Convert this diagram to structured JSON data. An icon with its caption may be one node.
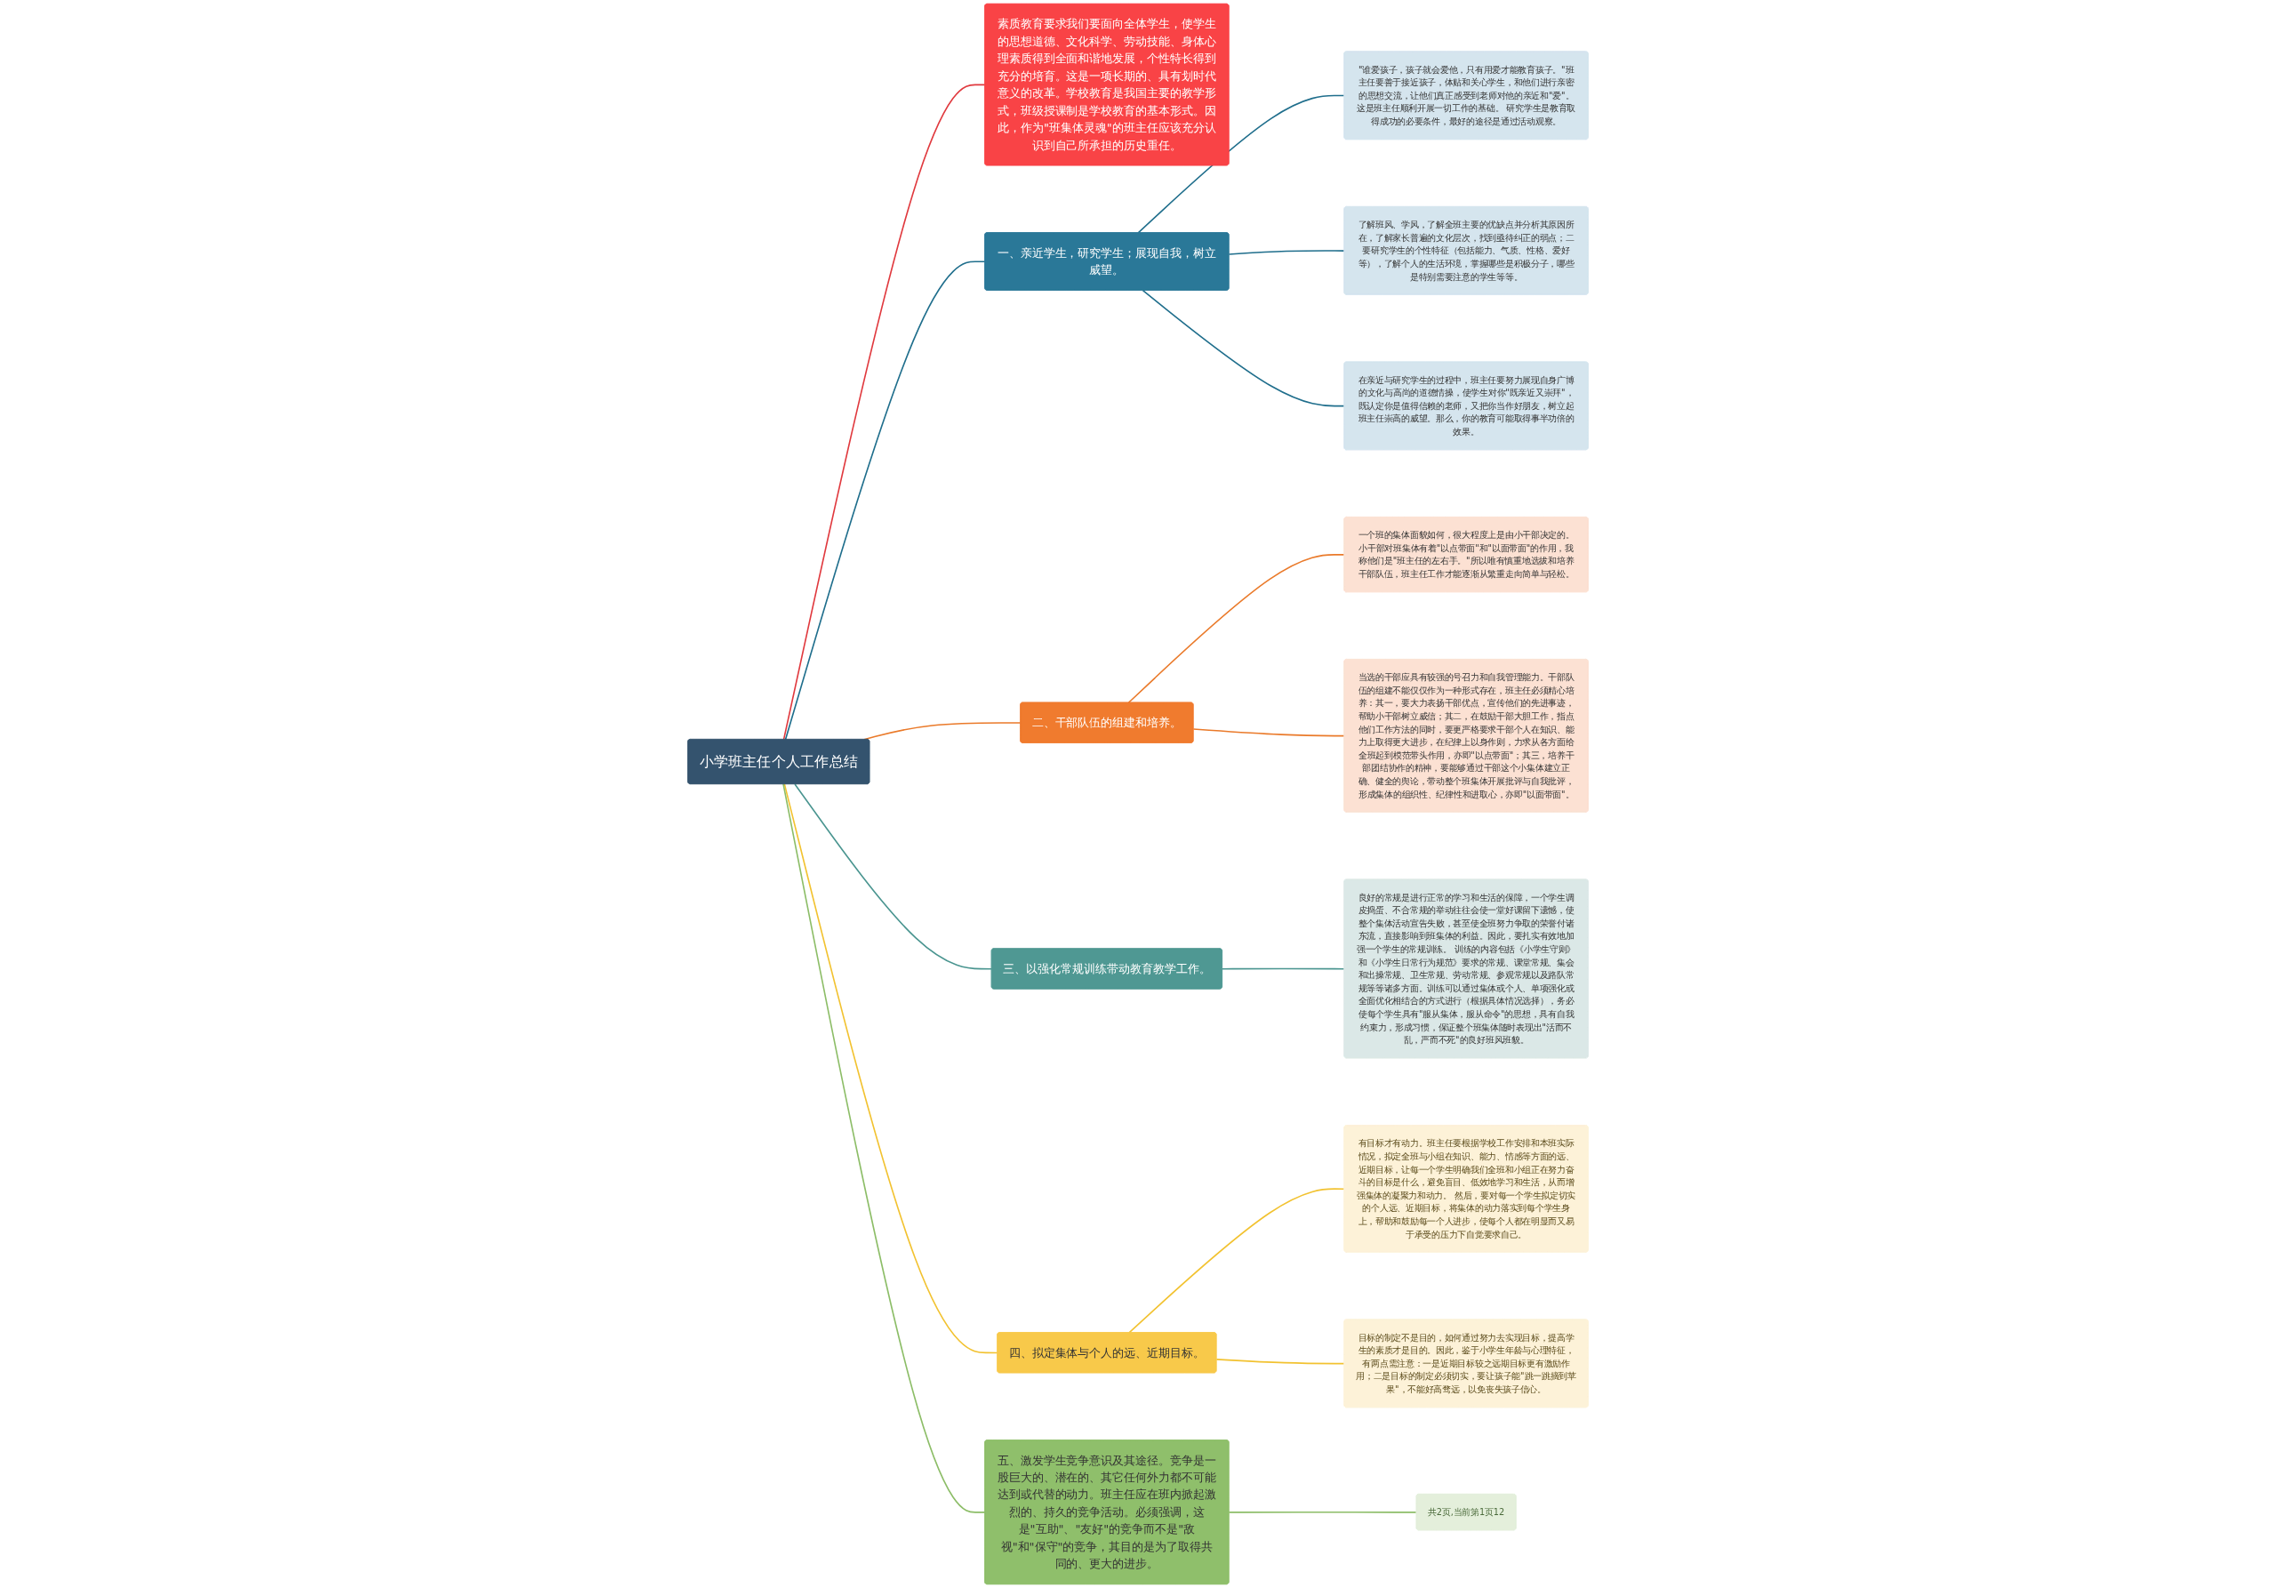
{
  "diagram": {
    "nodes": [
      {
        "text": [
          "小学班主任个人工作总结"
        ]
      },
      {
        "text": [
          "素质教育要求我们要面向全体学生，使学生的思想道德、文化科学、劳动技能、身体心理素质得到全面和谐地发展，个性特长得到充分的培育。这是一项长期的、具有划时代意义的改革。学校教育是我国主要的教学形式，班级授课制是学校教育的基本形式。因此，作为\"班集体灵魂\"的班主任应该充分认识到自己所承担的历史重任。"
        ]
      },
      {
        "text": [
          "一、亲近学生，研究学生；展现自我，树立威望。"
        ]
      },
      {
        "text": [
          "\"谁爱孩子，孩子就会爱他，只有用爱才能教育孩子。\"班主任要善于接近孩子，体贴和关心学生，和他们进行亲密的思想交流，让他们真正感受到老师对他的亲近和\"爱\"。这是班主任顺利开展一切工作的基础。 研究学生是教育取得成功的必要条件，最好的途径是通过活动观察。"
        ]
      },
      {
        "text": [
          "了解班风、学风，了解全班主要的优缺点并分析其原因所在，了解家长普遍的文化层次，找到亟待纠正的弱点；二要研究学生的个性特征（包括能力、气质、性格、爱好等），了解个人的生活环境，掌握哪些是积极分子，哪些是特别需要注意的学生等等。"
        ]
      },
      {
        "text": [
          "在亲近与研究学生的过程中，班主任要努力展现自身广博的文化与高尚的道德情操，使学生对你\"既亲近又崇拜\"，既认定你是值得信赖的老师，又把你当作好朋友，树立起班主任崇高的威望。那么，你的教育可能取得事半功倍的效果。"
        ]
      },
      {
        "text": [
          "二、干部队伍的组建和培养。"
        ]
      },
      {
        "text": [
          "一个班的集体面貌如何，很大程度上是由小干部决定的。小干部对班集体有着\"以点带面\"和\"以面带面\"的作用，我称他们是\"班主任的左右手。\"所以唯有慎重地选拔和培养干部队伍，班主任工作才能逐渐从繁重走向简单与轻松。"
        ]
      },
      {
        "text": [
          "当选的干部应具有较强的号召力和自我管理能力。干部队伍的组建不能仅仅作为一种形式存在，班主任必须精心培养：其一，要大力表扬干部优点，宣传他们的先进事迹，帮助小干部树立威信；其二，在鼓励干部大胆工作，指点他们工作方法的同时，要更严格要求干部个人在知识、能力上取得更大进步，在纪律上以身作则，力求从各方面给全班起到模范带头作用，亦即\"以点带面\"；其三，培养干部团结协作的精神，要能够通过干部这个小集体建立正确、健全的舆论，带动整个班集体开展批评与自我批评，形成集体的组织性、纪律性和进取心，亦即\"以面带面\"。"
        ]
      },
      {
        "text": [
          "三、以强化常规训练带动教育教学工作。"
        ]
      },
      {
        "text": [
          "良好的常规是进行正常的学习和生活的保障，一个学生调皮捣蛋、不合常规的举动往往会使一堂好课留下遗憾，使整个集体活动宣告失败，甚至使全班努力争取的荣誉付诸东流，直接影响到班集体的利益。因此，要扎实有效地加强一个学生的常规训练。 训练的内容包括《小学生守则》和《小学生日常行为规范》要求的常规、课堂常规、集会和出操常规、卫生常规、劳动常规、参观常规以及路队常规等等诸多方面。训练可以通过集体或个人、单项强化或全面优化相结合的方式进行（根据具体情况选择），务必使每个学生具有\"服从集体，服从命令\"的思想，具有自我约束力，形成习惯，保证整个班集体随时表现出\"活而不乱，严而不死\"的良好班风班貌。"
        ]
      },
      {
        "text": [
          "四、拟定集体与个人的远、近期目标。"
        ]
      },
      {
        "text": [
          "有目标才有动力。班主任要根据学校工作安排和本班实际情况，拟定全班与小组在知识、能力、情感等方面的远、近期目标，让每一个学生明确我们全班和小组正在努力奋斗的目标是什么，避免盲目、低效地学习和生活，从而增强集体的凝聚力和动力。 然后，要对每一个学生拟定切实的个人远、近期目标，将集体的动力落实到每个学生身上，帮助和鼓励每一个人进步，使每个人都在明显而又易于承受的压力下自觉要求自己。"
        ]
      },
      {
        "text": [
          "目标的制定不是目的，如何通过努力去实现目标，提高学生的素质才是目的。因此，鉴于小学生年龄与心理特征，有两点需注意：一是近期目标较之远期目标更有激励作用；二是目标的制定必须切实，要让孩子能\"跳一跳摘到苹果\"，不能好高骛远，以免丧失孩子信心。"
        ]
      },
      {
        "text": [
          "五、激发学生竞争意识及其途径。竞争是一股巨大的、潜在的、其它任何外力都不可能达到或代替的动力。班主任应在班内掀起激烈的、持久的竞争活动。必须强调，这是\"互助\"、\"友好\"的竞争而不是\"敌视\"和\"保守\"的竞争，其目的是为了取得共同的、更大的进步。"
        ]
      },
      {
        "text": [
          "共2页,当前第1页12"
        ]
      }
    ],
    "edges": [
      {
        "from": 0,
        "to": 1,
        "arrow": "none",
        "color": "#e0393e"
      },
      {
        "from": 0,
        "to": 2,
        "arrow": "none",
        "color": "#1f6e8c"
      },
      {
        "from": 2,
        "to": 3,
        "arrow": "none",
        "color": "#1f6e8c"
      },
      {
        "from": 2,
        "to": 4,
        "arrow": "none",
        "color": "#1f6e8c"
      },
      {
        "from": 2,
        "to": 5,
        "arrow": "none",
        "color": "#1f6e8c"
      },
      {
        "from": 0,
        "to": 6,
        "arrow": "none",
        "color": "#ea7a2a"
      },
      {
        "from": 6,
        "to": 7,
        "arrow": "none",
        "color": "#ea7a2a"
      },
      {
        "from": 6,
        "to": 8,
        "arrow": "none",
        "color": "#ea7a2a"
      },
      {
        "from": 0,
        "to": 9,
        "arrow": "none",
        "color": "#4a9590"
      },
      {
        "from": 9,
        "to": 10,
        "arrow": "none",
        "color": "#4a9590"
      },
      {
        "from": 0,
        "to": 11,
        "arrow": "none",
        "color": "#f2c230"
      },
      {
        "from": 11,
        "to": 12,
        "arrow": "none",
        "color": "#f2c230"
      },
      {
        "from": 11,
        "to": 13,
        "arrow": "none",
        "color": "#f2c230"
      },
      {
        "from": 0,
        "to": 14,
        "arrow": "none",
        "color": "#8cbd67"
      },
      {
        "from": 14,
        "to": 15,
        "arrow": "none",
        "color": "#8cbd67"
      }
    ]
  }
}
